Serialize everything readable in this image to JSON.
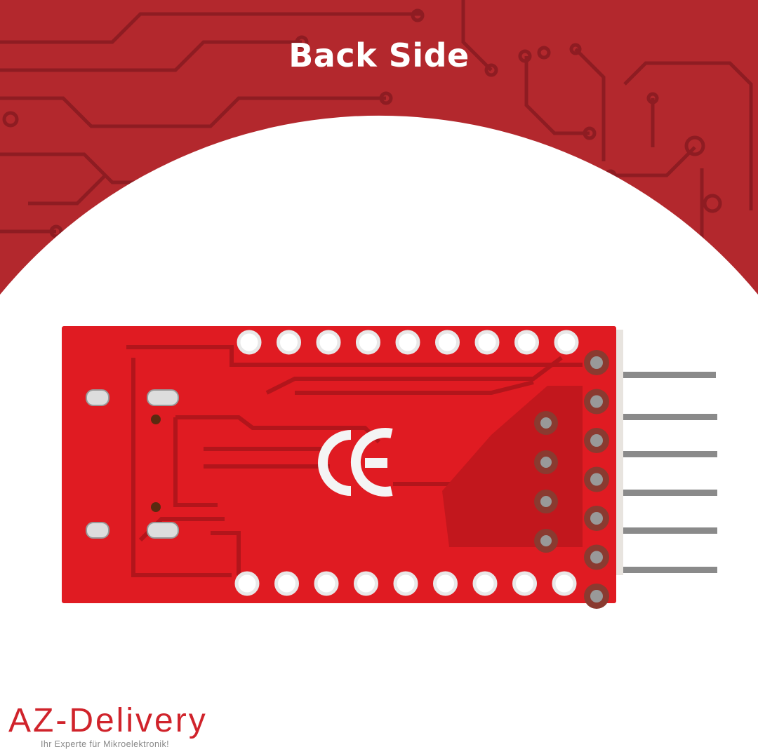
{
  "header": {
    "title": "Back Side"
  },
  "board": {
    "marking": "CE",
    "top_pad_count": 9,
    "bottom_pad_count": 9,
    "header_pin_count": 7
  },
  "brand": {
    "name": "AZ-Delivery",
    "tagline": "Ihr Experte für Mikroelektronik!"
  },
  "colors": {
    "banner": "#b3282d",
    "trace": "#8e1c22",
    "pcb": "#e01b22",
    "brand": "#d0232b"
  }
}
